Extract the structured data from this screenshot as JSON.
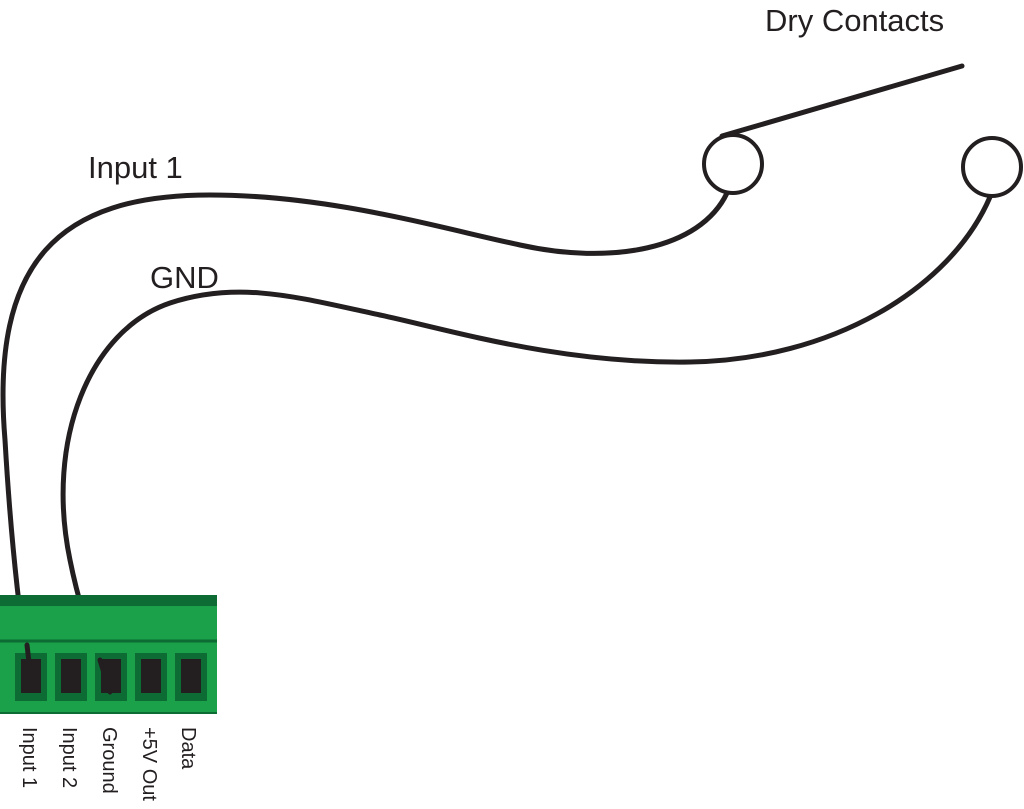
{
  "title": "Dry Contacts",
  "wires": {
    "input1_label": "Input 1",
    "gnd_label": "GND"
  },
  "terminal_block": {
    "color": "#1aa14a",
    "pins": [
      "Input 1",
      "Input 2",
      "Ground",
      "+5V Out",
      "Data"
    ]
  },
  "colors": {
    "wire": "#231f20",
    "terminal_body": "#1aa14a",
    "terminal_dark": "#0c6c33",
    "terminal_slot": "#231f20"
  }
}
